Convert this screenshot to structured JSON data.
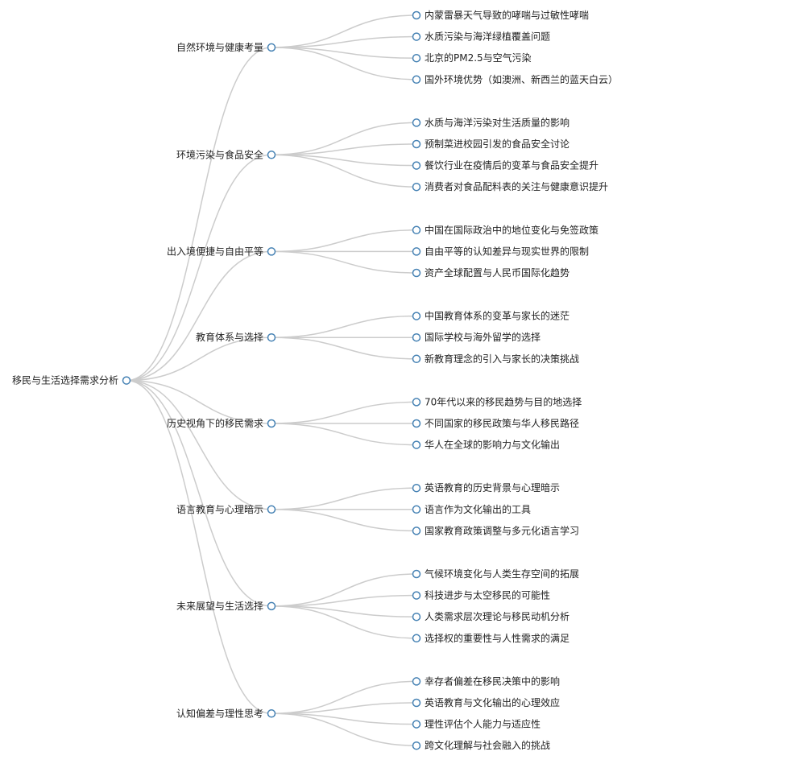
{
  "root": {
    "label": "移民与生活选择需求分析",
    "children": [
      {
        "label": "自然环境与健康考量",
        "children": [
          "内蒙雷暴天气导致的哮喘与过敏性哮喘",
          "水质污染与海洋绿植覆盖问题",
          "北京的PM2.5与空气污染",
          "国外环境优势（如澳洲、新西兰的蓝天白云）"
        ]
      },
      {
        "label": "环境污染与食品安全",
        "children": [
          "水质与海洋污染对生活质量的影响",
          "预制菜进校园引发的食品安全讨论",
          "餐饮行业在疫情后的变革与食品安全提升",
          "消费者对食品配料表的关注与健康意识提升"
        ]
      },
      {
        "label": "出入境便捷与自由平等",
        "children": [
          "中国在国际政治中的地位变化与免签政策",
          "自由平等的认知差异与现实世界的限制",
          "资产全球配置与人民币国际化趋势"
        ]
      },
      {
        "label": "教育体系与选择",
        "children": [
          "中国教育体系的变革与家长的迷茫",
          "国际学校与海外留学的选择",
          "新教育理念的引入与家长的决策挑战"
        ]
      },
      {
        "label": "历史视角下的移民需求",
        "children": [
          "70年代以来的移民趋势与目的地选择",
          "不同国家的移民政策与华人移民路径",
          "华人在全球的影响力与文化输出"
        ]
      },
      {
        "label": "语言教育与心理暗示",
        "children": [
          "英语教育的历史背景与心理暗示",
          "语言作为文化输出的工具",
          "国家教育政策调整与多元化语言学习"
        ]
      },
      {
        "label": "未来展望与生活选择",
        "children": [
          "气候环境变化与人类生存空间的拓展",
          "科技进步与太空移民的可能性",
          "人类需求层次理论与移民动机分析",
          "选择权的重要性与人性需求的满足"
        ]
      },
      {
        "label": "认知偏差与理性思考",
        "children": [
          "幸存者偏差在移民决策中的影响",
          "英语教育与文化输出的心理效应",
          "理性评估个人能力与适应性",
          "跨文化理解与社会融入的挑战"
        ]
      }
    ]
  },
  "colors": {
    "link": "#cccccc",
    "node_stroke": "#4682b4",
    "node_fill": "#ffffff",
    "text": "#222222"
  }
}
